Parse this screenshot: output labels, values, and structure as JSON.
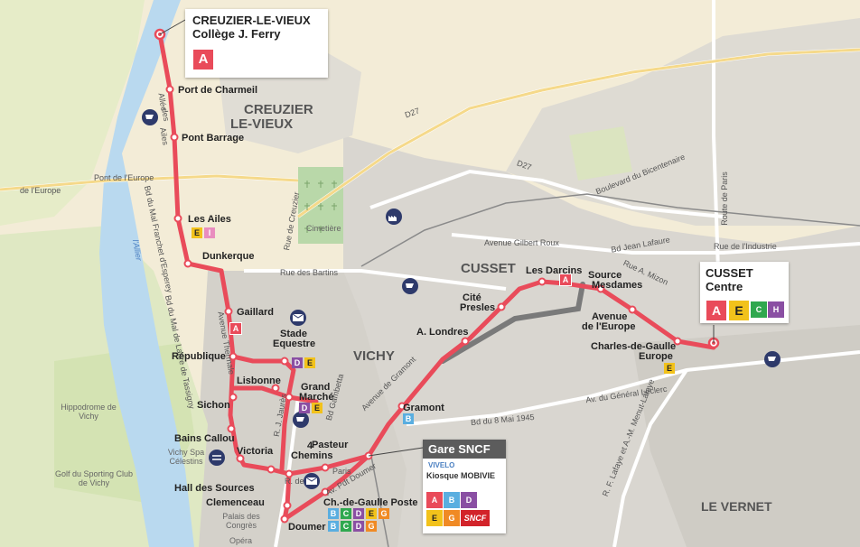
{
  "terminus_north": {
    "line1": "CREUZIER-LE-VIEUX",
    "line2": "Collège J. Ferry",
    "line_badge": "A"
  },
  "terminus_east": {
    "line1": "CUSSET",
    "line2": "Centre",
    "badges": [
      "A",
      "E",
      "C",
      "H"
    ]
  },
  "gare": {
    "title": "Gare SNCF",
    "brand": "VIVELO",
    "kiosk": "Kiosque MOBIVIE",
    "badges_row1": [
      "A",
      "B",
      "D"
    ],
    "badges_row2": [
      "E",
      "G",
      "SNCF"
    ]
  },
  "stops": {
    "port_charmeil": "Port de Charmeil",
    "pont_barrage": "Pont Barrage",
    "les_ailes": "Les Ailes",
    "dunkerque": "Dunkerque",
    "gaillard": "Gaillard",
    "republique": "République",
    "stade_1": "Stade",
    "stade_2": "Equestre",
    "lisbonne": "Lisbonne",
    "grand_1": "Grand",
    "grand_2": "Marché",
    "sichon": "Sichon",
    "bains": "Bains Callou",
    "victoria": "Victoria",
    "quatre_1": "4",
    "quatre_2": "Chemins",
    "pasteur": "Pasteur",
    "hall": "Hall des Sources",
    "clemenceau": "Clemenceau",
    "chdg_poste": "Ch.-de-Gaulle Poste",
    "doumer": "Doumer",
    "gramont": "Gramont",
    "londres": "A. Londres",
    "cite_1": "Cité",
    "cite_2": "Presles",
    "darcins": "Les Darcins",
    "source_1": "Source",
    "source_2": "Mesdames",
    "avenue_1": "Avenue",
    "avenue_2": "de l'Europe",
    "cdg_1": "Charles-de-Gaulle",
    "cdg_2": "Europe"
  },
  "districts": {
    "creuzier_1": "CREUZIER",
    "creuzier_2": "LE-VIEUX",
    "cusset": "CUSSET",
    "vichy": "VICHY",
    "vernet": "LE VERNET"
  },
  "streets": {
    "allee_1": "Allée",
    "allee_2": "des",
    "allee_3": "Ailes",
    "d27a": "D27",
    "d27b": "D27",
    "bicentenaire": "Boulevard du Bicentenaire",
    "route_paris": "Route de Paris",
    "gilbert": "Avenue Gilbert Roux",
    "lafaure": "Bd Jean Lafaure",
    "industrie": "Rue de l'Industrie",
    "mizon": "Rue A. Mizon",
    "bartins": "Rue des Bartins",
    "creuzier_rue": "Rue de Creuzier",
    "pont_europe": "Pont de l'Europe",
    "de_europe": "de l'Europe",
    "franchet": "Bd du Mal Franchet d'Esperey",
    "lattre": "Bd du Mal de Lattre de Tassigny",
    "avenue_thermale": "Avenue Thermale",
    "jaures": "R. J. Jaurès",
    "gambetta": "Bd Gambetta",
    "gramont_av": "Avenue de Gramont",
    "leclerc": "Av. du Général Leclerc",
    "mai1945": "Bd du 8 Mai 1945",
    "lafayette": "R. F. Lafaye et A.-M. Menut-Lafaye",
    "doumer_av": "Av. Pdt Doumer",
    "rue_paris": "Paris",
    "r_de": "R. de"
  },
  "places": {
    "cimetiere": "Cimetière",
    "hippodrome": "Hippodrome de Vichy",
    "golf": "Golf du Sporting Club de Vichy",
    "vichy_spa": "Vichy Spa Célestins",
    "palais": "Palais des Congrès",
    "opera": "Opéra",
    "allier": "l'Allier"
  },
  "badges": {
    "les_ailes": [
      "E",
      "I"
    ],
    "stade": [
      "D",
      "E"
    ],
    "grand_marche": [
      "D",
      "E"
    ],
    "gramont": [
      "B"
    ],
    "cdg_europe": [
      "E"
    ],
    "chdg_poste": [
      "B",
      "C",
      "D",
      "E",
      "G"
    ],
    "doumer": [
      "B",
      "C",
      "D",
      "G"
    ]
  },
  "colors": {
    "line_a": "#e94b5a",
    "B": "#5aaee0",
    "C": "#2fa84f",
    "D": "#8a4fa3",
    "E": "#f2c21b",
    "G": "#f08a24",
    "H": "#8a4fa3",
    "I": "#e98dbf",
    "sncf": "#d2232a"
  }
}
